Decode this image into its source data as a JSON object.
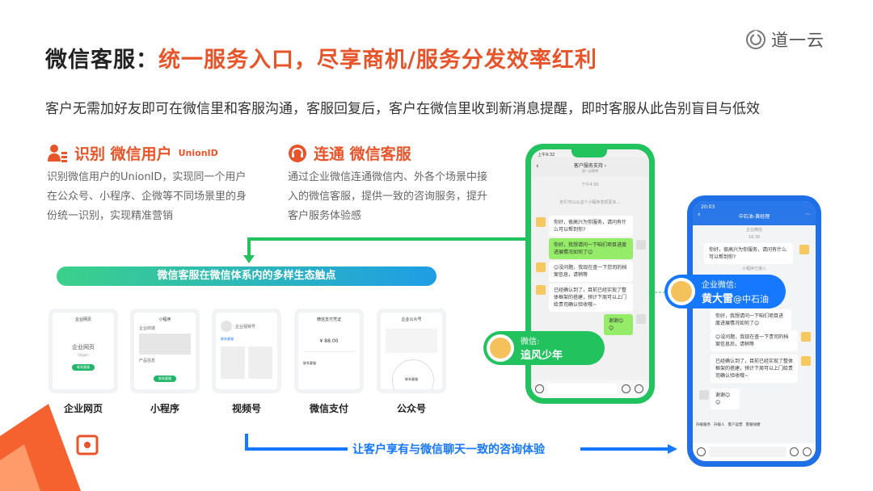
{
  "title": {
    "main": "微信客服：",
    "highlight": "统一服务入口，尽享商机/服务分发效率红利"
  },
  "logo": {
    "text": "道一云",
    "icon": "logo-circle-icon"
  },
  "subtitle": "客户无需加好友即可在微信里和客服沟通，客服回复后，客户在微信里收到新消息提醒，即时客服从此告别盲目与低效",
  "section_identify": {
    "title": "识别 微信用户",
    "suffix": "UnionID",
    "icon": "users-icon",
    "desc": "识别微信用户的UnionID，实现同一个用户在公众号、小程序、企微等不同场景里的身份统一识别，实现精准营销"
  },
  "section_connect": {
    "title": "连通 微信客服",
    "icon": "headset-icon",
    "desc": "通过企业微信连通微信内、外各个场景中接入的微信客服，提供一致的咨询服务，提升客户服务体验感"
  },
  "touchpoints": {
    "bar_label": "微信客服在微信体系内的多样生态触点",
    "items": [
      {
        "label": "企业网页",
        "screen_title": "企业网页",
        "screen_text": "企业网页",
        "screen_sub": "Slogan",
        "btn": "联系客服"
      },
      {
        "label": "小程序",
        "screen_title": "小程序",
        "screen_text": "企业商城",
        "screen_sub": "产品信息",
        "btn": "联系客服"
      },
      {
        "label": "视频号",
        "screen_title": "企业视频号",
        "screen_text": "企业视频号",
        "screen_sub": "",
        "btn": "联系客服"
      },
      {
        "label": "微信支付",
        "screen_title": "微信支付凭证",
        "screen_text": "¥ 88.00",
        "screen_sub": "联系客服",
        "btn": ""
      },
      {
        "label": "公众号",
        "screen_title": "企业公众号",
        "screen_text": "",
        "screen_sub": "",
        "btn": "联系客服"
      }
    ]
  },
  "bottom_arrow_label": "让客户享有与微信聊天一致的咨询体验",
  "customer": {
    "platform": "微信:",
    "name": "追风少年"
  },
  "agent": {
    "platform": "企业微信:",
    "name": "黄大雷",
    "org": "@中石油"
  },
  "green_phone": {
    "time": "上午9:32",
    "title": "客户服务支持 ›",
    "subtitle": "道一云微博",
    "date": "下午4:30",
    "notice": "你们可以从这个小程序发现更多…",
    "messages": [
      {
        "side": "l",
        "text": "你好，很高兴为你服务，请问有什么可以帮到你?"
      },
      {
        "side": "r",
        "text": "你好，我想请问一下咱们项目进度进展情况如何了😊"
      },
      {
        "side": "l",
        "text": "😊没问题，我现在查一下您司的档案信息，请稍等"
      },
      {
        "side": "l",
        "text": "已经确认到了，目前已经实现了整体框架的搭建，预计下周可以上门给贵司确认验收哦~"
      },
      {
        "side": "r",
        "text": "谢谢😊😊"
      }
    ]
  },
  "blue_phone": {
    "time": "20:03",
    "title": "中石油-黄经理",
    "subtitle": "企业微信",
    "date": "16:30",
    "notice": "小程序已接入",
    "messages": [
      {
        "side": "r",
        "text": "你好，很高兴为你服务，请问有什么可以帮到你?"
      },
      {
        "side": "l",
        "text": "你好，我想请问一下咱们项目进度进展情况如何了😊"
      },
      {
        "side": "r",
        "text": "😊没问题，我现在查一下贵司的档案信息后，请稍等"
      },
      {
        "side": "r",
        "text": "已经确认到了，目前已经实现了整体框架的搭建，预计下周可以上门给贵司确认验收哦~"
      },
      {
        "side": "l",
        "text": "谢谢😊😊"
      }
    ],
    "tools": [
      "升级服务",
      "升级人",
      "客户运营",
      "客服快捷"
    ]
  },
  "colors": {
    "accent": "#e8542a",
    "green": "#22c35e",
    "blue": "#1677ff"
  }
}
